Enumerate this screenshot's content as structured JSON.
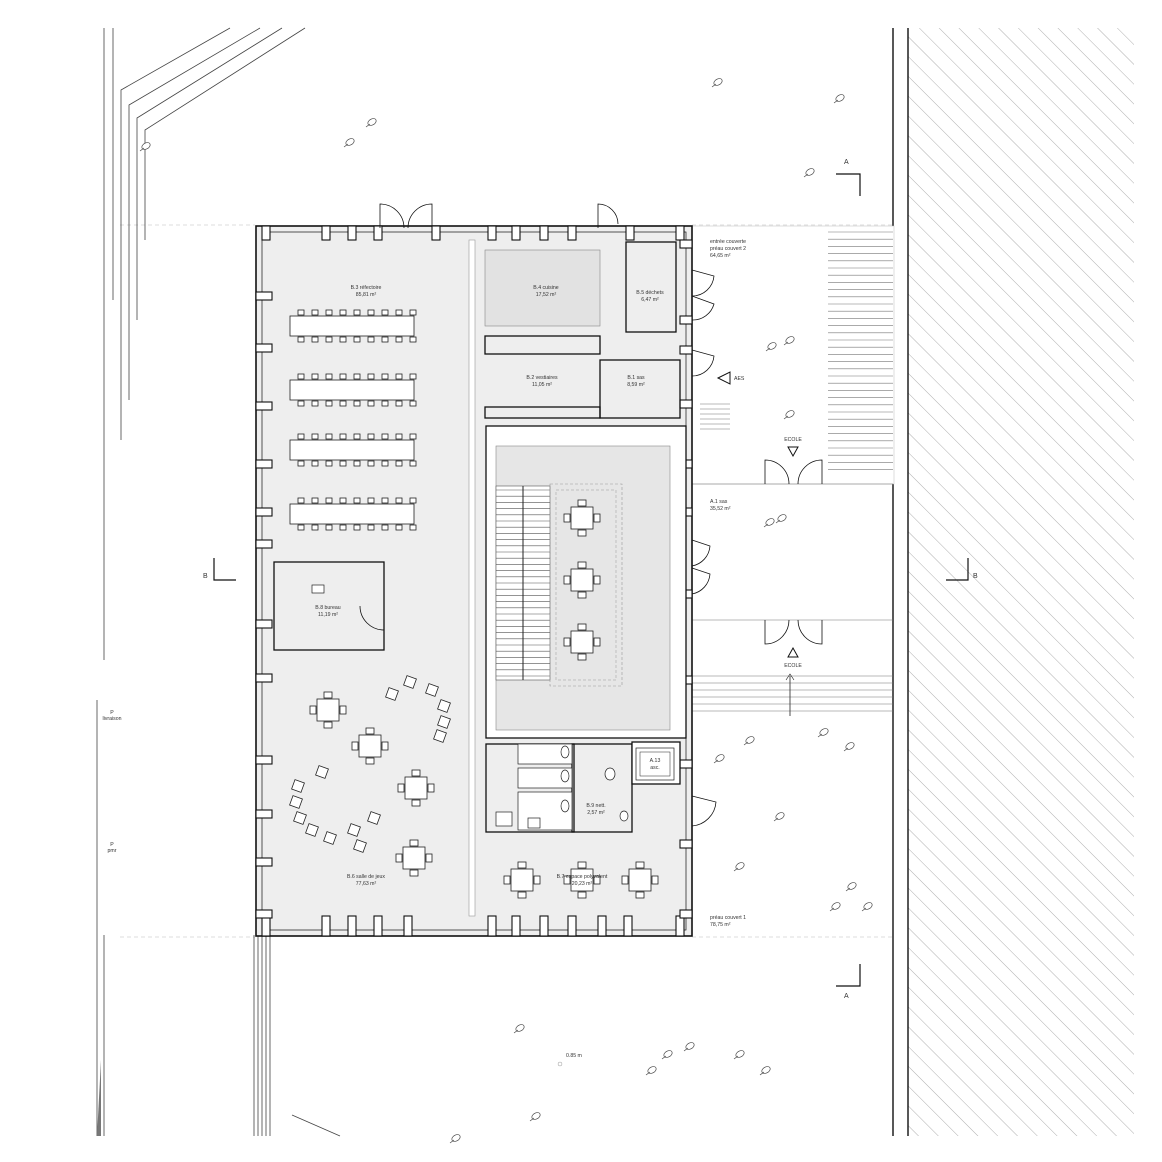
{
  "colors": {
    "floor": "#eeeeee",
    "floor_dark": "#e2e2e2",
    "wall": "#111111",
    "line": "#8a8a8a",
    "text": "#333333",
    "hatch": "#9a9a9a"
  },
  "rooms": {
    "refectoire": {
      "name": "B.3 réfectoire",
      "area": "85,81 m²"
    },
    "cuisine": {
      "name": "B.4 cuisine",
      "area": "17,52 m²"
    },
    "dechets": {
      "name": "B.5 déchets",
      "area": "6,47 m²"
    },
    "vestiaires": {
      "name": "B.2 vestiaires",
      "area": "11,05 m²"
    },
    "sas_b1": {
      "name": "B.1 sas",
      "area": "8,59 m²"
    },
    "bureau": {
      "name": "B.8 bureau",
      "area": "11,19 m²"
    },
    "salle_jeux": {
      "name": "B.6 salle de jeux",
      "area": "77,63 m²"
    },
    "polyvalent": {
      "name": "B.7 espace polyvalent",
      "area": "20,23 m²"
    },
    "nett": {
      "name": "B.9 nett.",
      "area": "2,57 m²"
    },
    "asc": {
      "name": "A.13",
      "sub": "asc."
    },
    "sas_a1": {
      "name": "A.1 sas",
      "area": "35,52 m²"
    }
  },
  "exterior": {
    "entree_line1": "entrée couverte",
    "entree_line2": "préau couvert 2",
    "entree_area": "64,65 m²",
    "preau1_name": "préau couvert 1",
    "preau1_area": "78,75 m²",
    "aes": "AES",
    "ecole_top": "ECOLE",
    "ecole_bottom": "ECOLE",
    "p_livraison_1": "P",
    "p_livraison_2": "livraison",
    "p_pmr_1": "P",
    "p_pmr_2": "pmr",
    "elevation": "0.85 m"
  },
  "sections": {
    "a_top": "A",
    "a_bottom": "A",
    "b_left": "B",
    "b_right": "B"
  }
}
